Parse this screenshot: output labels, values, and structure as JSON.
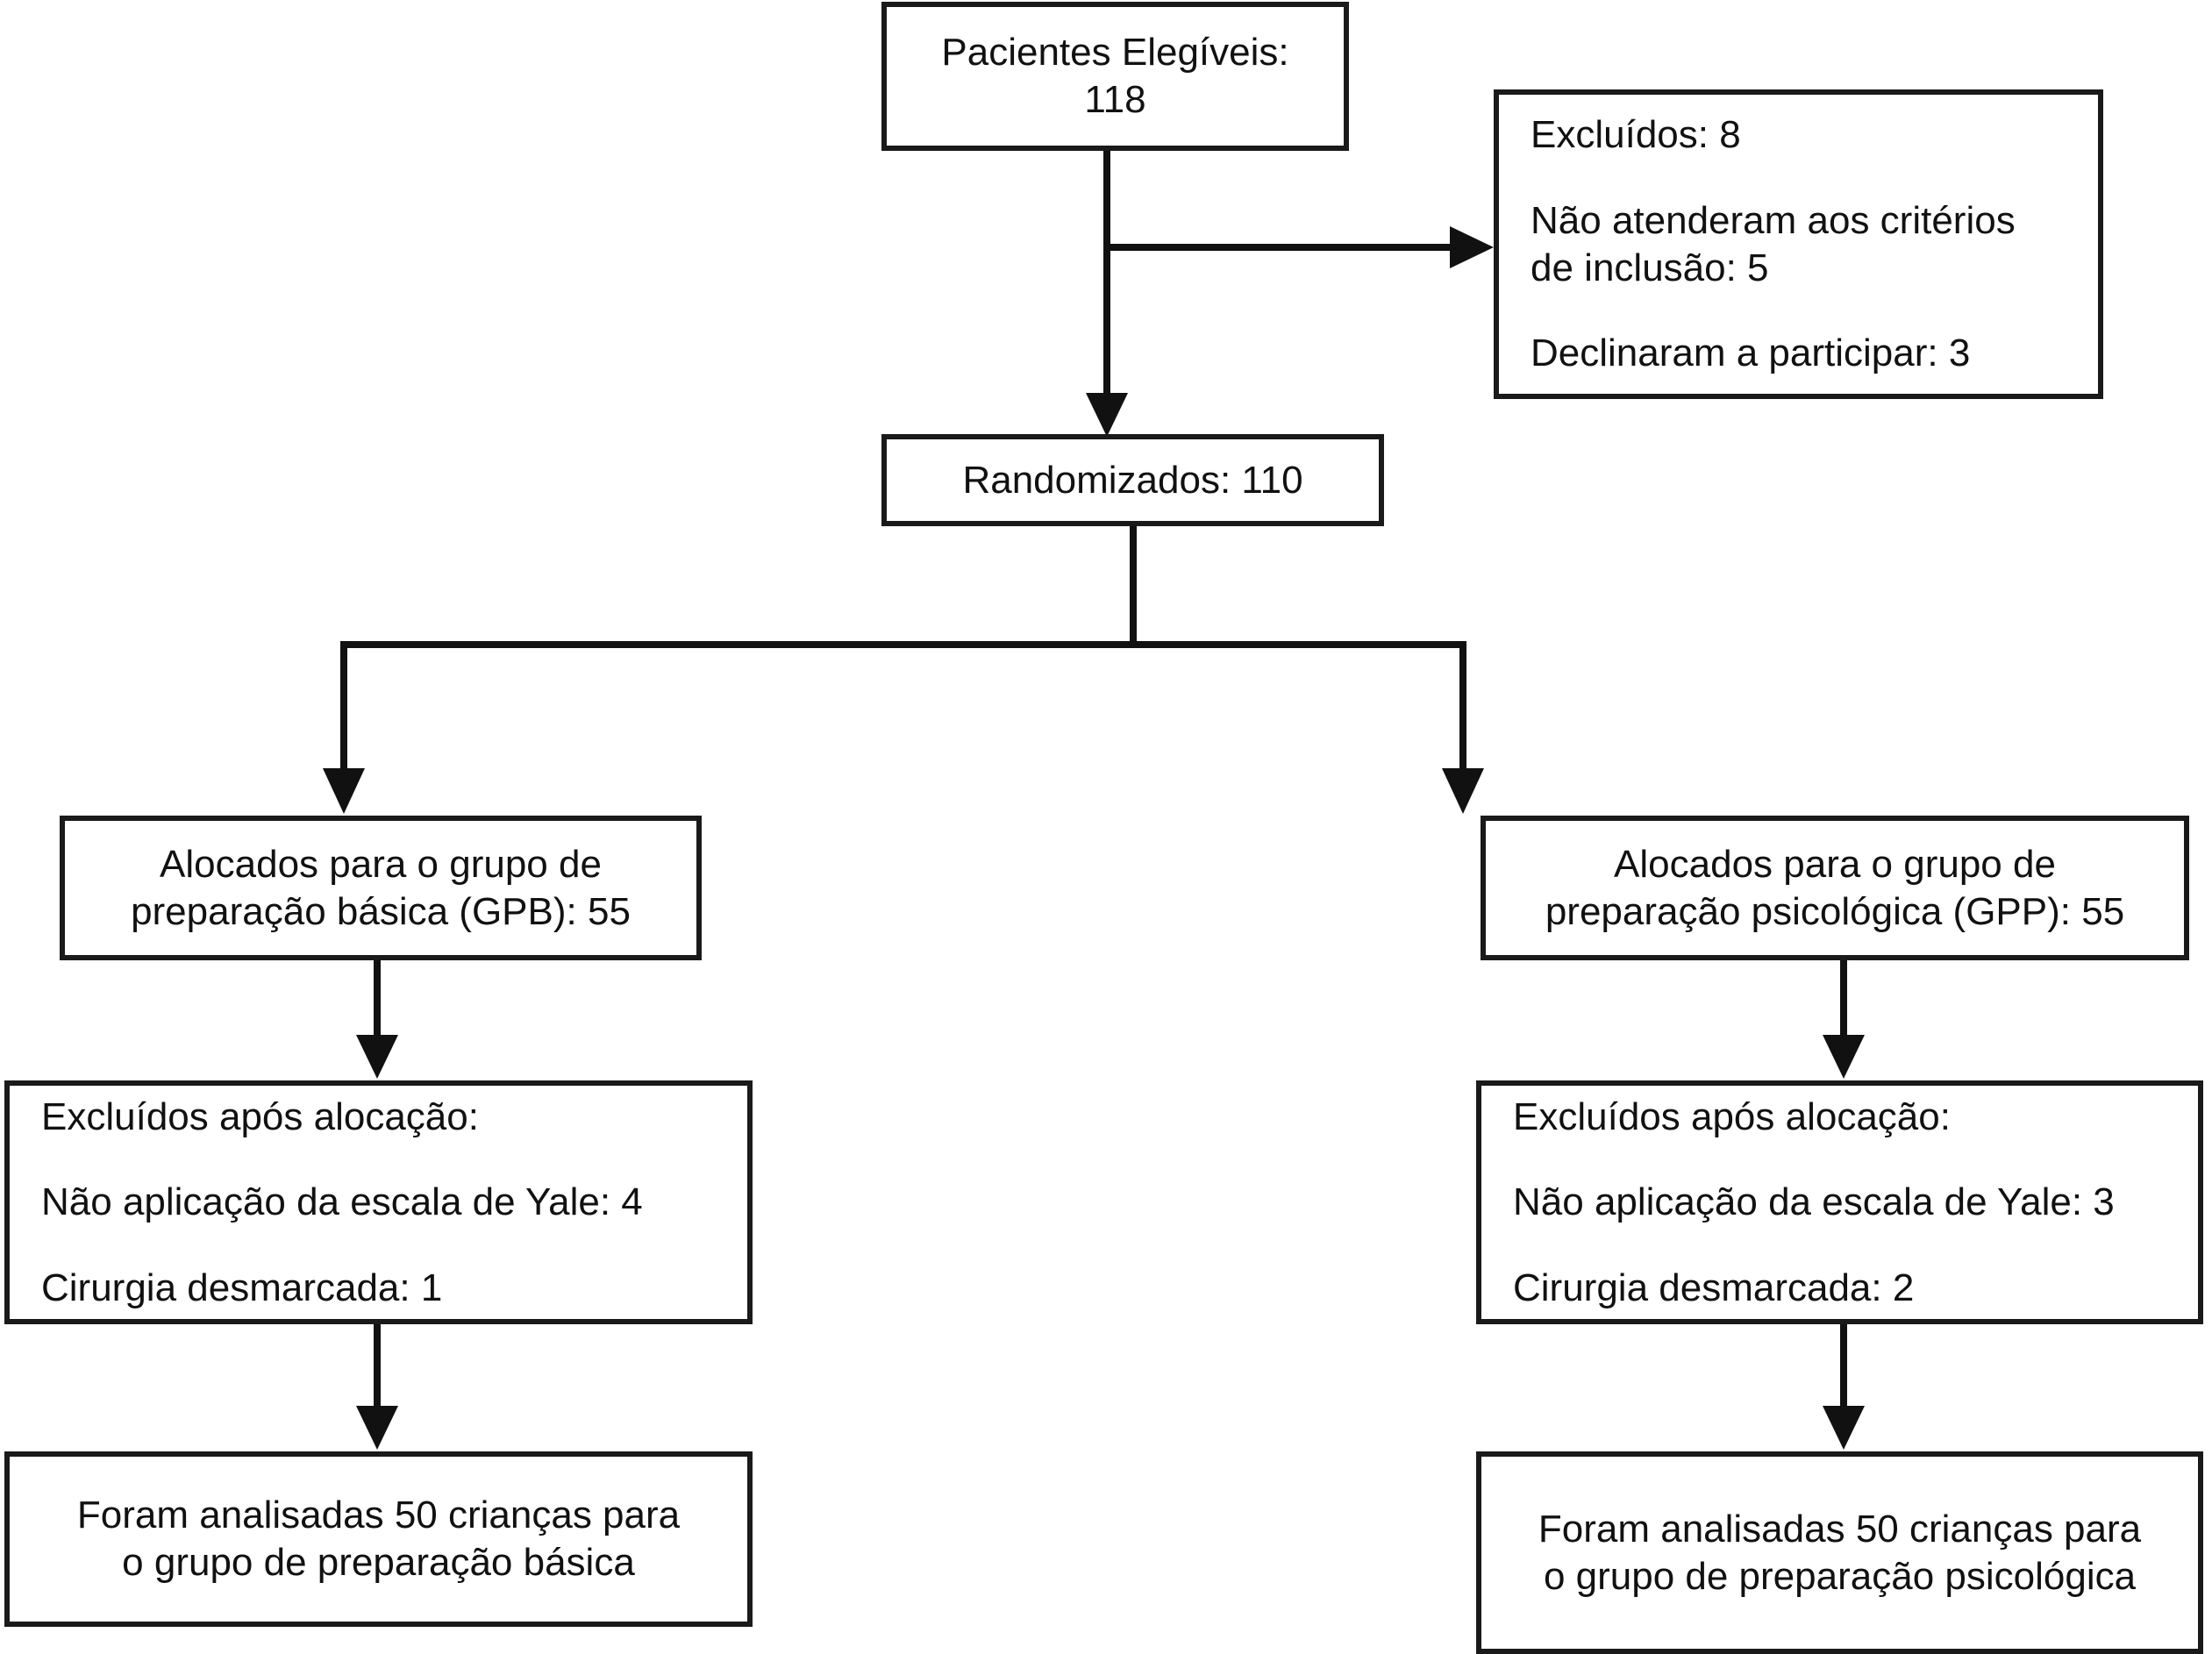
{
  "diagram": {
    "type": "consort-flow-diagram",
    "language": "pt-BR",
    "background_color": "#ffffff",
    "line_color": "#111111",
    "border_color": "#1a1a1a"
  },
  "nodes": {
    "eligible": {
      "lines": [
        "Pacientes Elegíveis:",
        "118"
      ],
      "label": "Pacientes Elegíveis",
      "count": 118
    },
    "excluded": {
      "lines": [
        "Excluídos: 8",
        "Não atenderam aos critérios",
        "de inclusão: 5",
        "Declinaram a participar: 3"
      ],
      "total_excluded": 8,
      "reasons": [
        {
          "label": "Não atenderam aos critérios de inclusão",
          "count": 5
        },
        {
          "label": "Declinaram a participar",
          "count": 3
        }
      ]
    },
    "randomized": {
      "lines": [
        "Randomizados: 110"
      ],
      "label": "Randomizados",
      "count": 110
    },
    "gpb_alloc": {
      "lines": [
        "Alocados para o grupo de",
        "preparação básica (GPB): 55"
      ],
      "group": "GPB",
      "count": 55
    },
    "gpp_alloc": {
      "lines": [
        "Alocados para o grupo de",
        "preparação psicológica (GPP): 55"
      ],
      "group": "GPP",
      "count": 55
    },
    "gpb_excl": {
      "lines": [
        "Excluídos após alocação:",
        "Não aplicação da escala de Yale: 4",
        "Cirurgia desmarcada: 1"
      ],
      "reasons": [
        {
          "label": "Não aplicação da escala de Yale",
          "count": 4
        },
        {
          "label": "Cirurgia desmarcada",
          "count": 1
        }
      ]
    },
    "gpp_excl": {
      "lines": [
        "Excluídos após alocação:",
        "Não aplicação da escala de Yale: 3",
        "Cirurgia desmarcada: 2"
      ],
      "reasons": [
        {
          "label": "Não aplicação da escala de Yale",
          "count": 3
        },
        {
          "label": "Cirurgia desmarcada",
          "count": 2
        }
      ]
    },
    "gpb_final": {
      "lines": [
        "Foram analisadas 50 crianças para",
        "o grupo de preparação básica"
      ],
      "analyzed": 50
    },
    "gpp_final": {
      "lines": [
        "Foram analisadas 50 crianças para",
        "o grupo de preparação psicológica"
      ],
      "analyzed": 50
    }
  },
  "edges": [
    {
      "from": "eligible",
      "to": "randomized",
      "kind": "arrow-down"
    },
    {
      "from": "eligible",
      "to": "excluded",
      "kind": "arrow-right"
    },
    {
      "from": "randomized",
      "to": "gpb_alloc",
      "kind": "arrow-split-down-left"
    },
    {
      "from": "randomized",
      "to": "gpp_alloc",
      "kind": "arrow-split-down-right"
    },
    {
      "from": "gpb_alloc",
      "to": "gpb_excl",
      "kind": "arrow-down"
    },
    {
      "from": "gpp_alloc",
      "to": "gpp_excl",
      "kind": "arrow-down"
    },
    {
      "from": "gpb_excl",
      "to": "gpb_final",
      "kind": "arrow-down"
    },
    {
      "from": "gpp_excl",
      "to": "gpp_final",
      "kind": "arrow-down"
    }
  ]
}
